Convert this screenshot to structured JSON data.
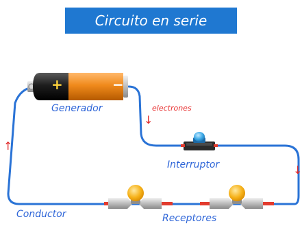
{
  "title": "Circuito en serie",
  "labels": {
    "generator": "Generador",
    "electrons": "electrones",
    "switch": "Interruptor",
    "conductor": "Conductor",
    "receivers": "Receptores"
  },
  "battery_terminals": {
    "positive": "+",
    "negative": "−"
  },
  "arrows": {
    "left_up": "↑",
    "electrons_down": "↓",
    "right_down": "↓"
  },
  "colors": {
    "title_bg": "#1f78d1",
    "wire": "#2a73d6",
    "label_blue": "#2f66d8",
    "label_red": "#e83232"
  }
}
